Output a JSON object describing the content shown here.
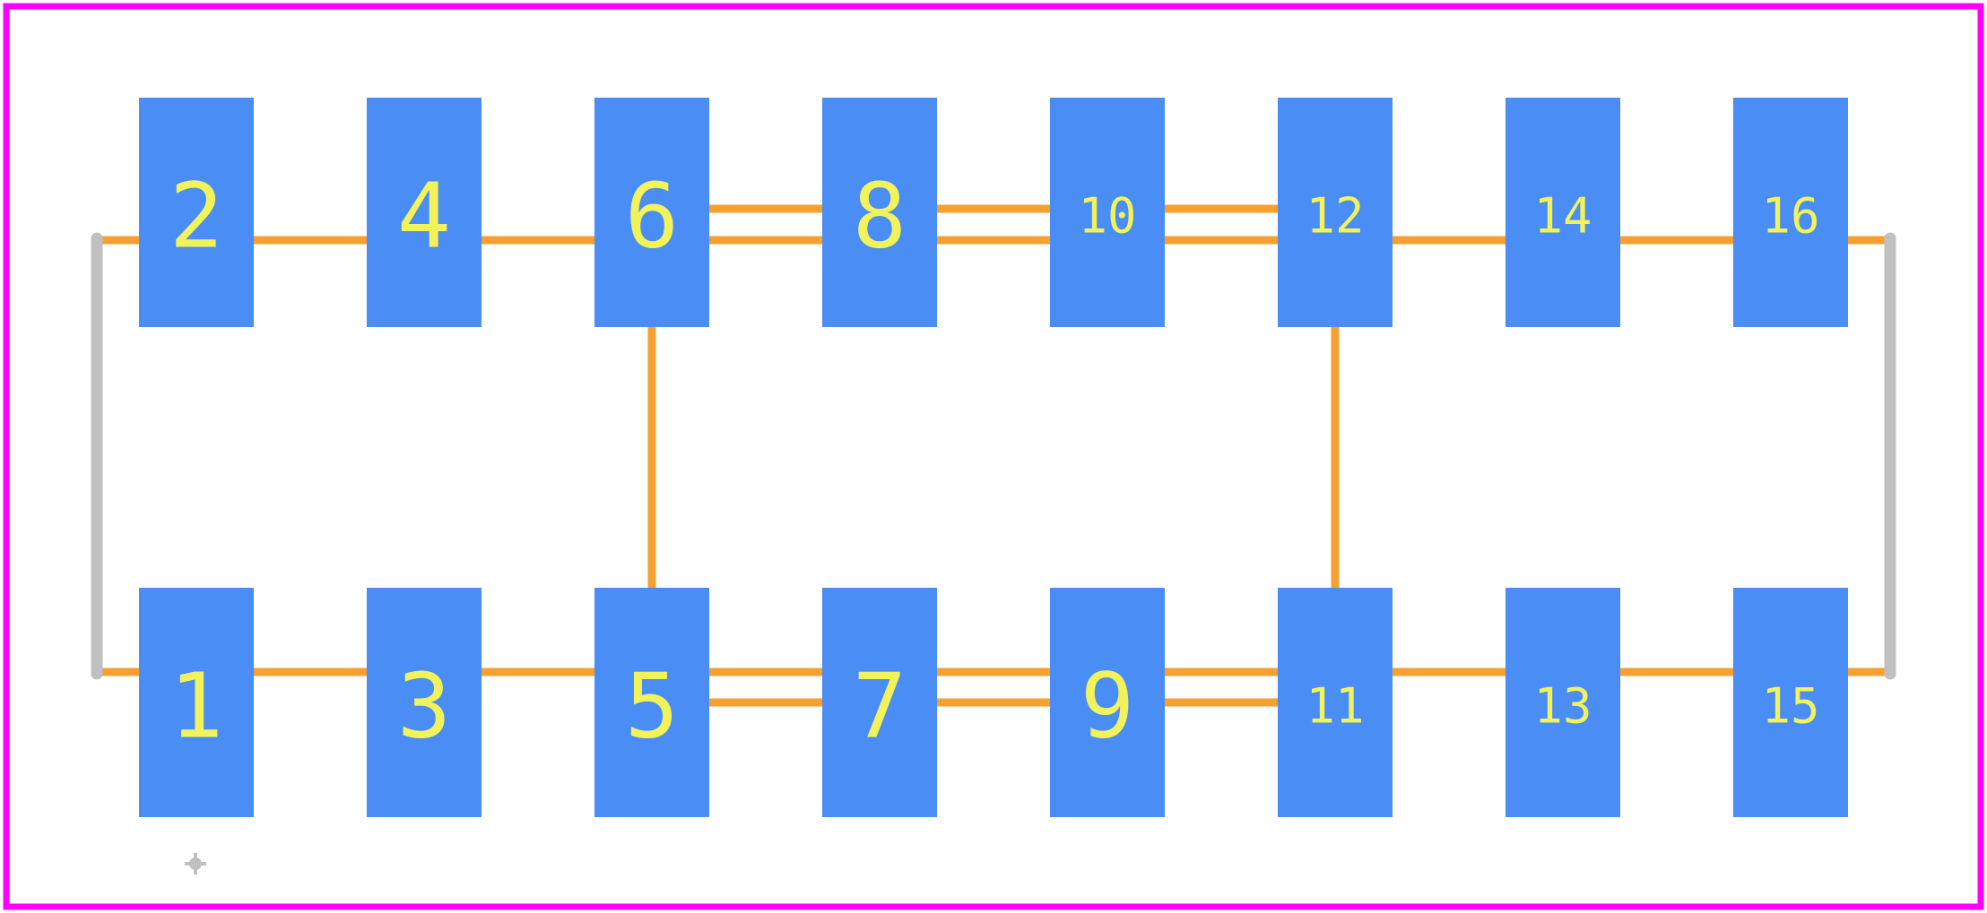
{
  "colors": {
    "background": "#ffffff",
    "outline": "#ff00ff",
    "pad": "#4a8ef5",
    "pad_label": "#f2f25a",
    "trace": "#f5a030",
    "silkscreen": "#c0c0c0"
  },
  "pads": {
    "top": [
      "2",
      "4",
      "6",
      "8",
      "10",
      "12",
      "14",
      "16"
    ],
    "bottom": [
      "1",
      "3",
      "5",
      "7",
      "9",
      "11",
      "13",
      "15"
    ]
  },
  "origin_marker": "crosshair-icon"
}
